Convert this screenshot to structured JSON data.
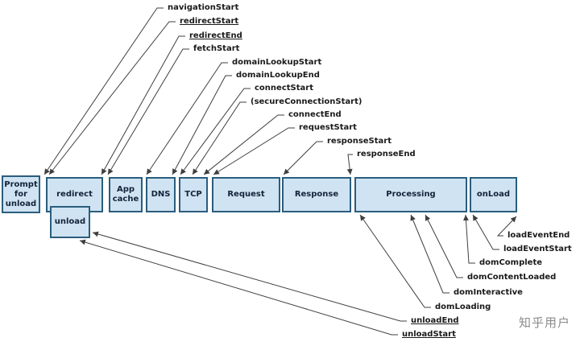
{
  "boxes": {
    "prompt": "Prompt for unload",
    "redirect": "redirect",
    "unload": "unload",
    "app_cache": "App cache",
    "dns": "DNS",
    "tcp": "TCP",
    "request": "Request",
    "response": "Response",
    "processing": "Processing",
    "onload": "onLoad"
  },
  "events_top": [
    "navigationStart",
    "redirectStart",
    "redirectEnd",
    "fetchStart",
    "domainLookupStart",
    "domainLookupEnd",
    "connectStart",
    "(secureConnectionStart)",
    "connectEnd",
    "requestStart",
    "responseStart",
    "responseEnd"
  ],
  "events_bottom": [
    "loadEventEnd",
    "loadEventStart",
    "domComplete",
    "domContentLoaded",
    "domInteractive",
    "domLoading",
    "unloadEnd",
    "unloadStart"
  ],
  "watermark": "知乎用户",
  "colors": {
    "box_fill": "#cfe3f2",
    "box_border": "#2b5d7d",
    "line": "#3f3f3f",
    "text": "#1a1a1a",
    "watermark": "#8c8c8c"
  }
}
